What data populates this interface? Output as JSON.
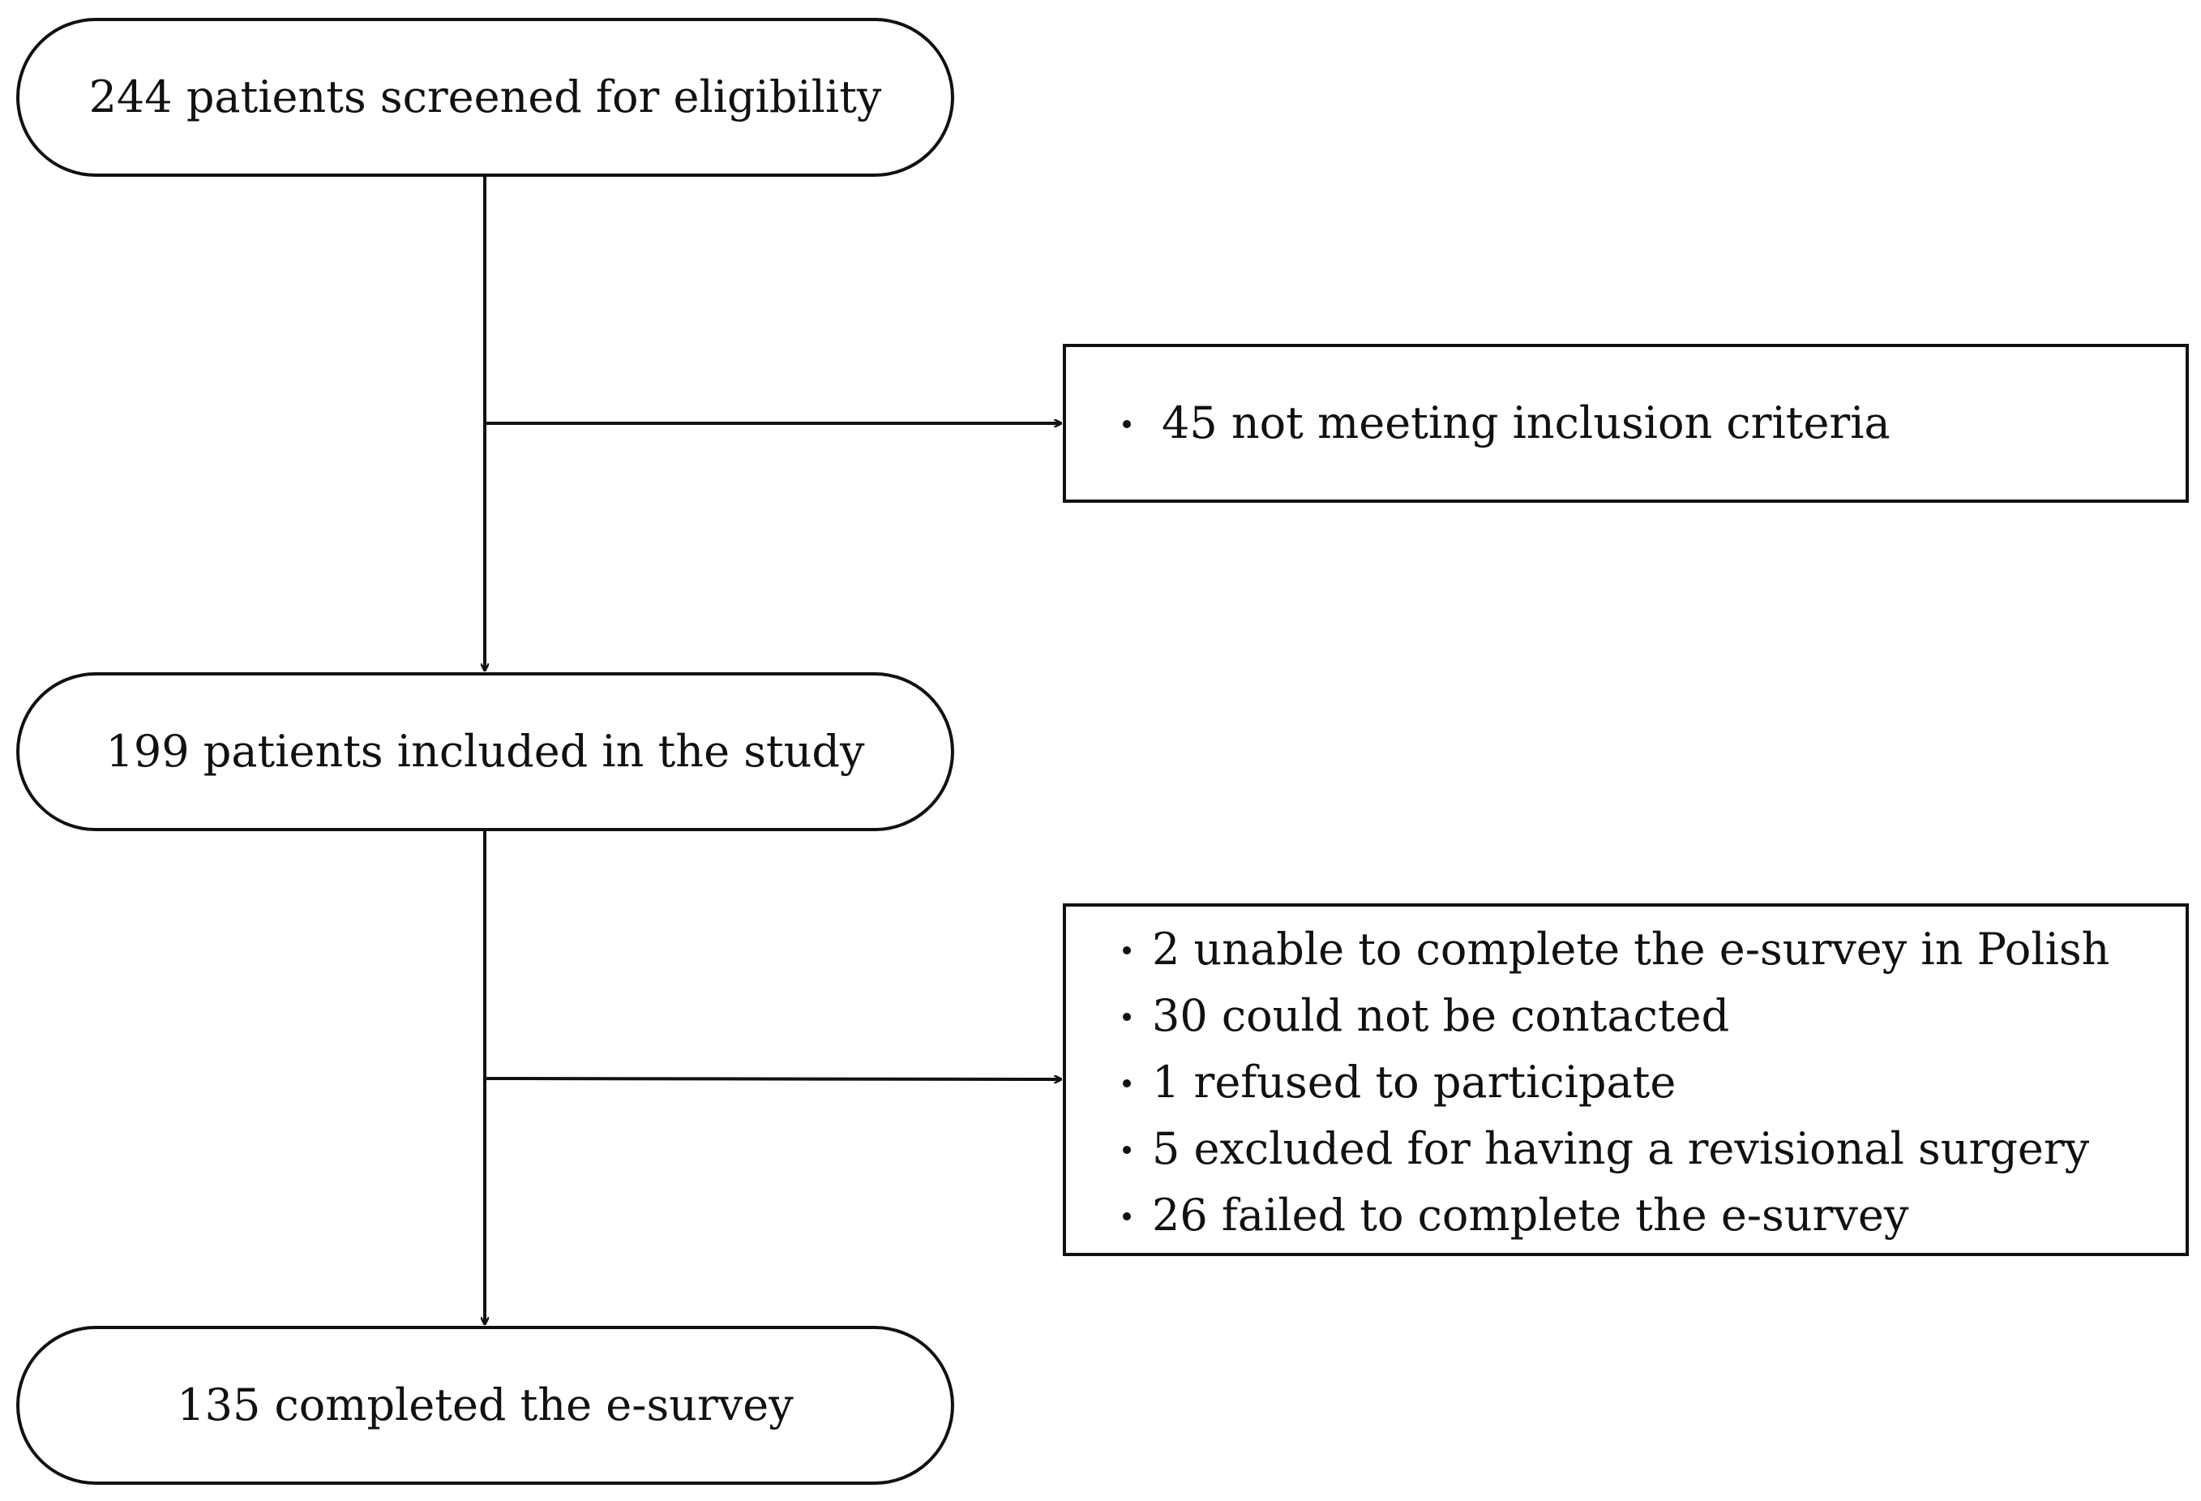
{
  "nodes": {
    "screened": "244 patients screened for eligibility",
    "included": "199 patients included in the study",
    "completed": "135 completed the e-survey"
  },
  "exclusions_first": [
    "45 not meeting inclusion criteria"
  ],
  "exclusions_second": [
    "2 unable to complete the e-survey in Polish",
    "30 could not be contacted",
    "1 refused to participate",
    "5 excluded for having a revisional surgery",
    "26 failed to complete the e-survey"
  ]
}
